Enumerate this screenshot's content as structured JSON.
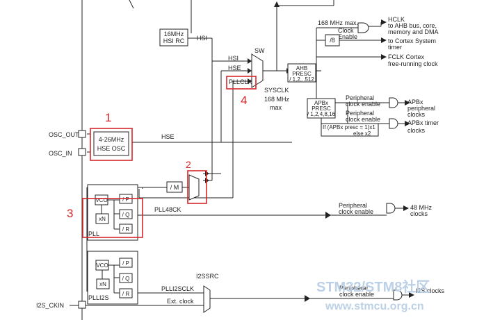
{
  "labels": {
    "hsi_rc": [
      "16MHz",
      "HSI RC"
    ],
    "hsi_wire": "HSI",
    "sw_hsi": "HSI",
    "sw_hse": "HSE",
    "pllclk": "PLLCLK",
    "sw": "SW",
    "sysclk": [
      "SYSCLK",
      "168 MHz",
      "max"
    ],
    "max168": "168 MHz max.",
    "clock_enable": [
      "Clock",
      "Enable"
    ],
    "div8": "/8",
    "ahb": [
      "AHB",
      "PRESC",
      "/ 1,2,..512"
    ],
    "hclk": [
      "HCLK",
      "to AHB bus, core,",
      "memory and DMA"
    ],
    "cortex_timer": [
      "to Cortex System",
      "timer"
    ],
    "fclk": [
      "FCLK Cortex",
      "free-running clock"
    ],
    "apbx": [
      "APBx",
      "PRESC",
      "/ 1,2,4,8,16"
    ],
    "periph_enable_1": [
      "Peripheral",
      "clock enable"
    ],
    "apbx_periph": [
      "APBx",
      "peripheral",
      "clocks"
    ],
    "periph_enable_2": [
      "Peripheral",
      "clock enable"
    ],
    "apbx_timer": [
      "APBx timer",
      "clocks"
    ],
    "apb_note": [
      "If (APBx presc = 1)x1",
      "else x2"
    ],
    "osc_out": "OSC_OUT",
    "osc_in": "OSC_IN",
    "hse_osc": [
      "4-26MHz",
      "HSE OSC"
    ],
    "hse_wire": "HSE",
    "div_m": "/ M",
    "vco": "VCO",
    "div_p": "/ P",
    "mul_n": "xN",
    "div_q": "/ Q",
    "div_r": "/ R",
    "pll": "PLL",
    "pll48ck": "PLL48CK",
    "periph_enable_3": [
      "Peripheral",
      "clock enable"
    ],
    "clk48": [
      "48 MHz",
      "clocks"
    ],
    "plli2s": "PLLI2S",
    "i2ssrc": "I2SSRC",
    "plli2sclk": "PLLI2SCLK",
    "ext_clock": "Ext. clock",
    "i2s_ckin": "I2S_CKIN",
    "periph_enable_4": [
      "Peripheral",
      "clock enable"
    ],
    "i2s_clocks": "I2S clocks",
    "num1": "1",
    "num2": "2",
    "num3": "3",
    "num4": "4",
    "watermark": [
      "STM32/STM8社区",
      "www.stmcu.org.cn"
    ]
  },
  "colors": {
    "line": "#222222",
    "highlight": "#d6262a",
    "watermark": "#bcd0e6"
  }
}
